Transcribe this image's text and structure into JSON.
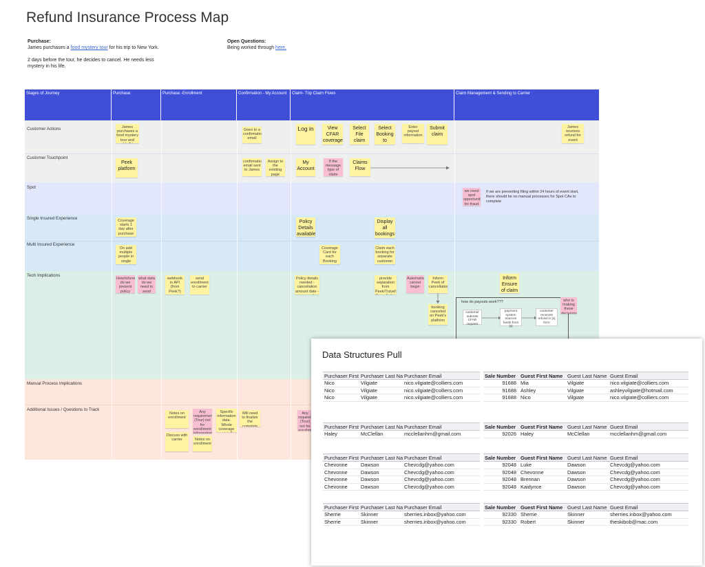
{
  "title": "Refund Insurance Process Map",
  "intro": {
    "purchase_label": "Purchase:",
    "purchase_line1_a": "James purchases a ",
    "purchase_line1_link": "food mystery tour",
    "purchase_line1_b": " for his trip to New York.",
    "purchase_line2": "2 days before the tour, he decides to cancel. He needs less mystery in his life.",
    "questions_label": "Open Questions:",
    "questions_text": "Being worked through ",
    "questions_link": "here."
  },
  "map": {
    "stages": [
      "Stages of Journey",
      "Purchase",
      "Purchase -Enrollment",
      "Confirmation - My Account",
      "Claim- Trip Claim Flows",
      "Claim Management & Sending to Carrier"
    ],
    "rows": [
      "Customer Actions",
      "Customer Touchpoint",
      "Spot",
      "Single Insured Experience",
      "Multi Insured Experience",
      "Tech Implications",
      "Manual Process Implications",
      "Additional Issues / Questions to Track"
    ],
    "notes": {
      "ca1": "James purchases a food mystery tour and adds Trip Protection",
      "ca2": "Goes to a confirmation email",
      "ca3": "Log in",
      "ca4": "View CFAR coverage",
      "ca5": "Select File claim",
      "ca6": "Select Booking to cancel",
      "ca7": "Enter payout information",
      "ca8": "Submit claim",
      "ca9": "James receives refund for event",
      "ct1": "Peek platform",
      "ct2": "confirmation email sent to James",
      "ct3": "Assign to the existing page Dynamic login and policy overview",
      "ct4": "My Account",
      "ct5": "If the message type of claim doesn't show account page",
      "ct6": "Claims Flow",
      "spot1": "we need spot opportunities for fraud",
      "spot_text": "If we are preventing filing within 24 hours of event start, there should be no manual processes for Spot CAs to complete",
      "si1": "Coverage starts 1 day after purchase",
      "si2": "Policy Details available",
      "si3": "Display all bookings",
      "mi1": "Do add multiple people in single event booking",
      "mi2": "Coverage Card for each Booking",
      "mi3": "Claim each booking for separate customer",
      "ti1": "How/where do we present policy details",
      "ti2": "what data do we need to send",
      "ti3": "webhook in API (from Peek?)",
      "ti4": "send enrollment to carrier",
      "ti5": "Policy details needed - cancellation amount date - covered person - coverage dates - policy document",
      "ti6": "provide separation from Peek/Travel's Cancellation views",
      "ti7": "Automation cannot begin",
      "ti8": "Inform Peek of cancellation",
      "ti9": "Inform Ensure of claim",
      "ti10": "booking canceled on Peek's platform",
      "flow_title": "how do payouts work???",
      "fl1": "customer submits CFAR request",
      "fl2": "payment system sources funds from [x]",
      "fl3": "customer receives refund in [x] form",
      "fl4": "who is making these decisions?",
      "ai1": "Any requirements (Tour) not for enrollment information?",
      "ai2": "Specific information data. Whole coverage exists? 'purchase' check Product",
      "ai3": "Will need to finalize the complete flow",
      "ai4": "Discuss with carrier",
      "ai5": "Notes on enrollment"
    }
  },
  "data_structures": {
    "title": "Data Structures Pull",
    "left_headers": [
      "Purchaser First",
      "Purchaser Last Na",
      "Purchaser Email"
    ],
    "right_headers": [
      "Sale Number",
      "Guest First Name",
      "Guest Last Name",
      "Guest Email"
    ],
    "groups": [
      {
        "left": [
          [
            "Nico",
            "Vilgiate",
            "nico.vilgiate@colliers.com"
          ],
          [
            "Nico",
            "Vilgiate",
            "nico.vilgiate@colliers.com"
          ],
          [
            "Nico",
            "Vilgiate",
            "nico.vilgiate@colliers.com"
          ]
        ],
        "right": [
          [
            "91688",
            "Mia",
            "Vilgiate",
            "nico.vilgiate@colliers.com"
          ],
          [
            "91688",
            "Ashley",
            "Vilgiate",
            "ashleyvilgiate@hotmail.com"
          ],
          [
            "91688",
            "Nico",
            "Vilgiate",
            "nico.vilgiate@colliers.com"
          ]
        ]
      },
      {
        "left": [
          [
            "Haley",
            "McClellan",
            "mcclellanhm@gmail.com"
          ]
        ],
        "right": [
          [
            "92026",
            "Haley",
            "McClellan",
            "mcclellanhm@gmail.com"
          ]
        ]
      },
      {
        "left": [
          [
            "Chevonne",
            "Dawson",
            "Chevcdg@yahoo.com"
          ],
          [
            "Chevonne",
            "Dawson",
            "Chevcdg@yahoo.com"
          ],
          [
            "Chevonne",
            "Dawson",
            "Chevcdg@yahoo.com"
          ],
          [
            "Chevonne",
            "Dawson",
            "Chevcdg@yahoo.com"
          ]
        ],
        "right": [
          [
            "92048",
            "Luke",
            "Dawson",
            "Chevcdg@yahoo.com"
          ],
          [
            "92048",
            "Chevonne",
            "Dawson",
            "Chevcdg@yahoo.com"
          ],
          [
            "92048",
            "Brennan",
            "Dawson",
            "Chevcdg@yahoo.com"
          ],
          [
            "92048",
            "Kaidynce",
            "Dawson",
            "Chevcdg@yahoo.com"
          ]
        ]
      },
      {
        "left": [
          [
            "Sherrie",
            "Skinner",
            "sherries.inbox@yahoo.com"
          ],
          [
            "Sherrie",
            "Skinner",
            "sherries.inbox@yahoo.com"
          ]
        ],
        "right": [
          [
            "92330",
            "Sherrie",
            "Skinner",
            "sherries.inbox@yahoo.com"
          ],
          [
            "92330",
            "Robert",
            "Skinner",
            "theskibob@mac.com"
          ]
        ]
      }
    ]
  },
  "colors": {
    "header_blue": "#3f4fd8",
    "band_gray": "#eef0f0",
    "band_lavender": "#e3e7fb",
    "band_blue": "#d7e9f7",
    "band_green": "#dcefe6",
    "band_peach": "#fde6dc",
    "sticky_yellow": "#fdf3a0",
    "sticky_pink": "#f7bfd1"
  }
}
